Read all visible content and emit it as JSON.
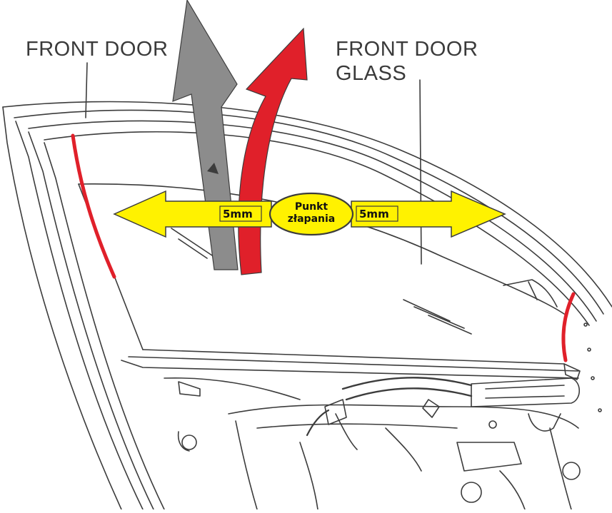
{
  "labels": {
    "front_door": "FRONT DOOR",
    "front_door_glass_line1": "FRONT DOOR",
    "front_door_glass_line2": "GLASS"
  },
  "measurements": {
    "left": "5mm",
    "right": "5mm"
  },
  "badge": {
    "line1": "Punkt",
    "line2": "złapania"
  },
  "colors": {
    "red_arrow": "#e0202a",
    "grey_arrow": "#8c8c8c",
    "yellow_arrow": "#fff200",
    "line_art": "#3c3c3c"
  }
}
